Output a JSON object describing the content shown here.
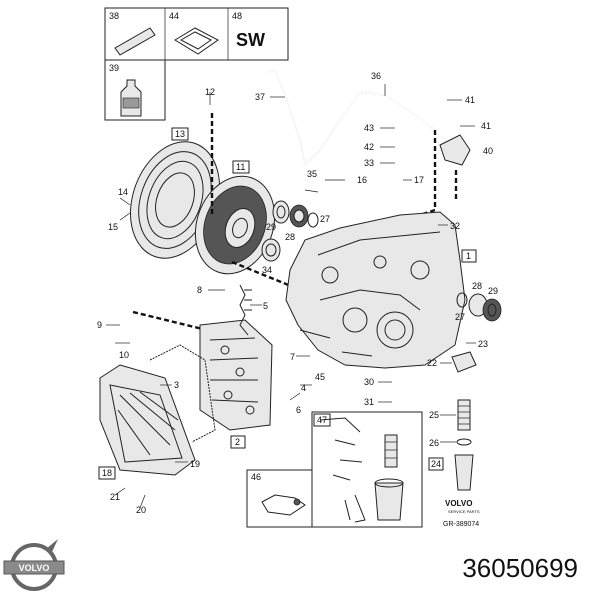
{
  "part_number": "36050699",
  "brand": "VOLVO",
  "diagram_ref": "GR-389074",
  "volvo_badge_line1": "VOLVO",
  "volvo_badge_line2": "SERVICE PARTS",
  "inset_text": {
    "sw": "SW"
  },
  "labels": {
    "l1": "1",
    "l2": "2",
    "l3": "3",
    "l4": "4",
    "l5": "5",
    "l6": "6",
    "l7": "7",
    "l8": "8",
    "l9": "9",
    "l10": "10",
    "l11": "11",
    "l12": "12",
    "l13": "13",
    "l14": "14",
    "l15": "15",
    "l16": "16",
    "l17": "17",
    "l18": "18",
    "l19": "19",
    "l20": "20",
    "l21": "21",
    "l22": "22",
    "l23": "23",
    "l24": "24",
    "l25": "25",
    "l26": "26",
    "l27a": "27",
    "l27b": "27",
    "l28a": "28",
    "l28b": "28",
    "l29a": "29",
    "l29b": "29",
    "l30": "30",
    "l31": "31",
    "l32": "32",
    "l33": "33",
    "l34": "34",
    "l35": "35",
    "l36": "36",
    "l37": "37",
    "l38": "38",
    "l39": "39",
    "l40": "40",
    "l41a": "41",
    "l41b": "41",
    "l42": "42",
    "l43": "43",
    "l44": "44",
    "l45": "45",
    "l46": "46",
    "l47": "47",
    "l48": "48"
  }
}
